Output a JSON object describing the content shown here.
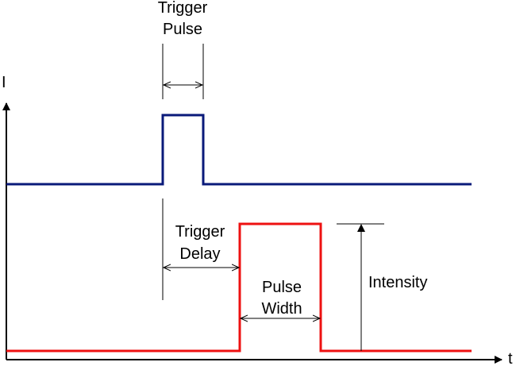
{
  "axes": {
    "y_label": "I",
    "x_label": "t"
  },
  "labels": {
    "trigger_pulse": [
      "Trigger",
      "Pulse"
    ],
    "trigger_delay": [
      "Trigger",
      "Delay"
    ],
    "pulse_width": [
      "Pulse",
      "Width"
    ],
    "intensity": "Intensity"
  },
  "colors": {
    "trigger_signal": "#0a1a7a",
    "output_signal": "#ee1111",
    "axis": "#000000",
    "guide": "#000000"
  }
}
